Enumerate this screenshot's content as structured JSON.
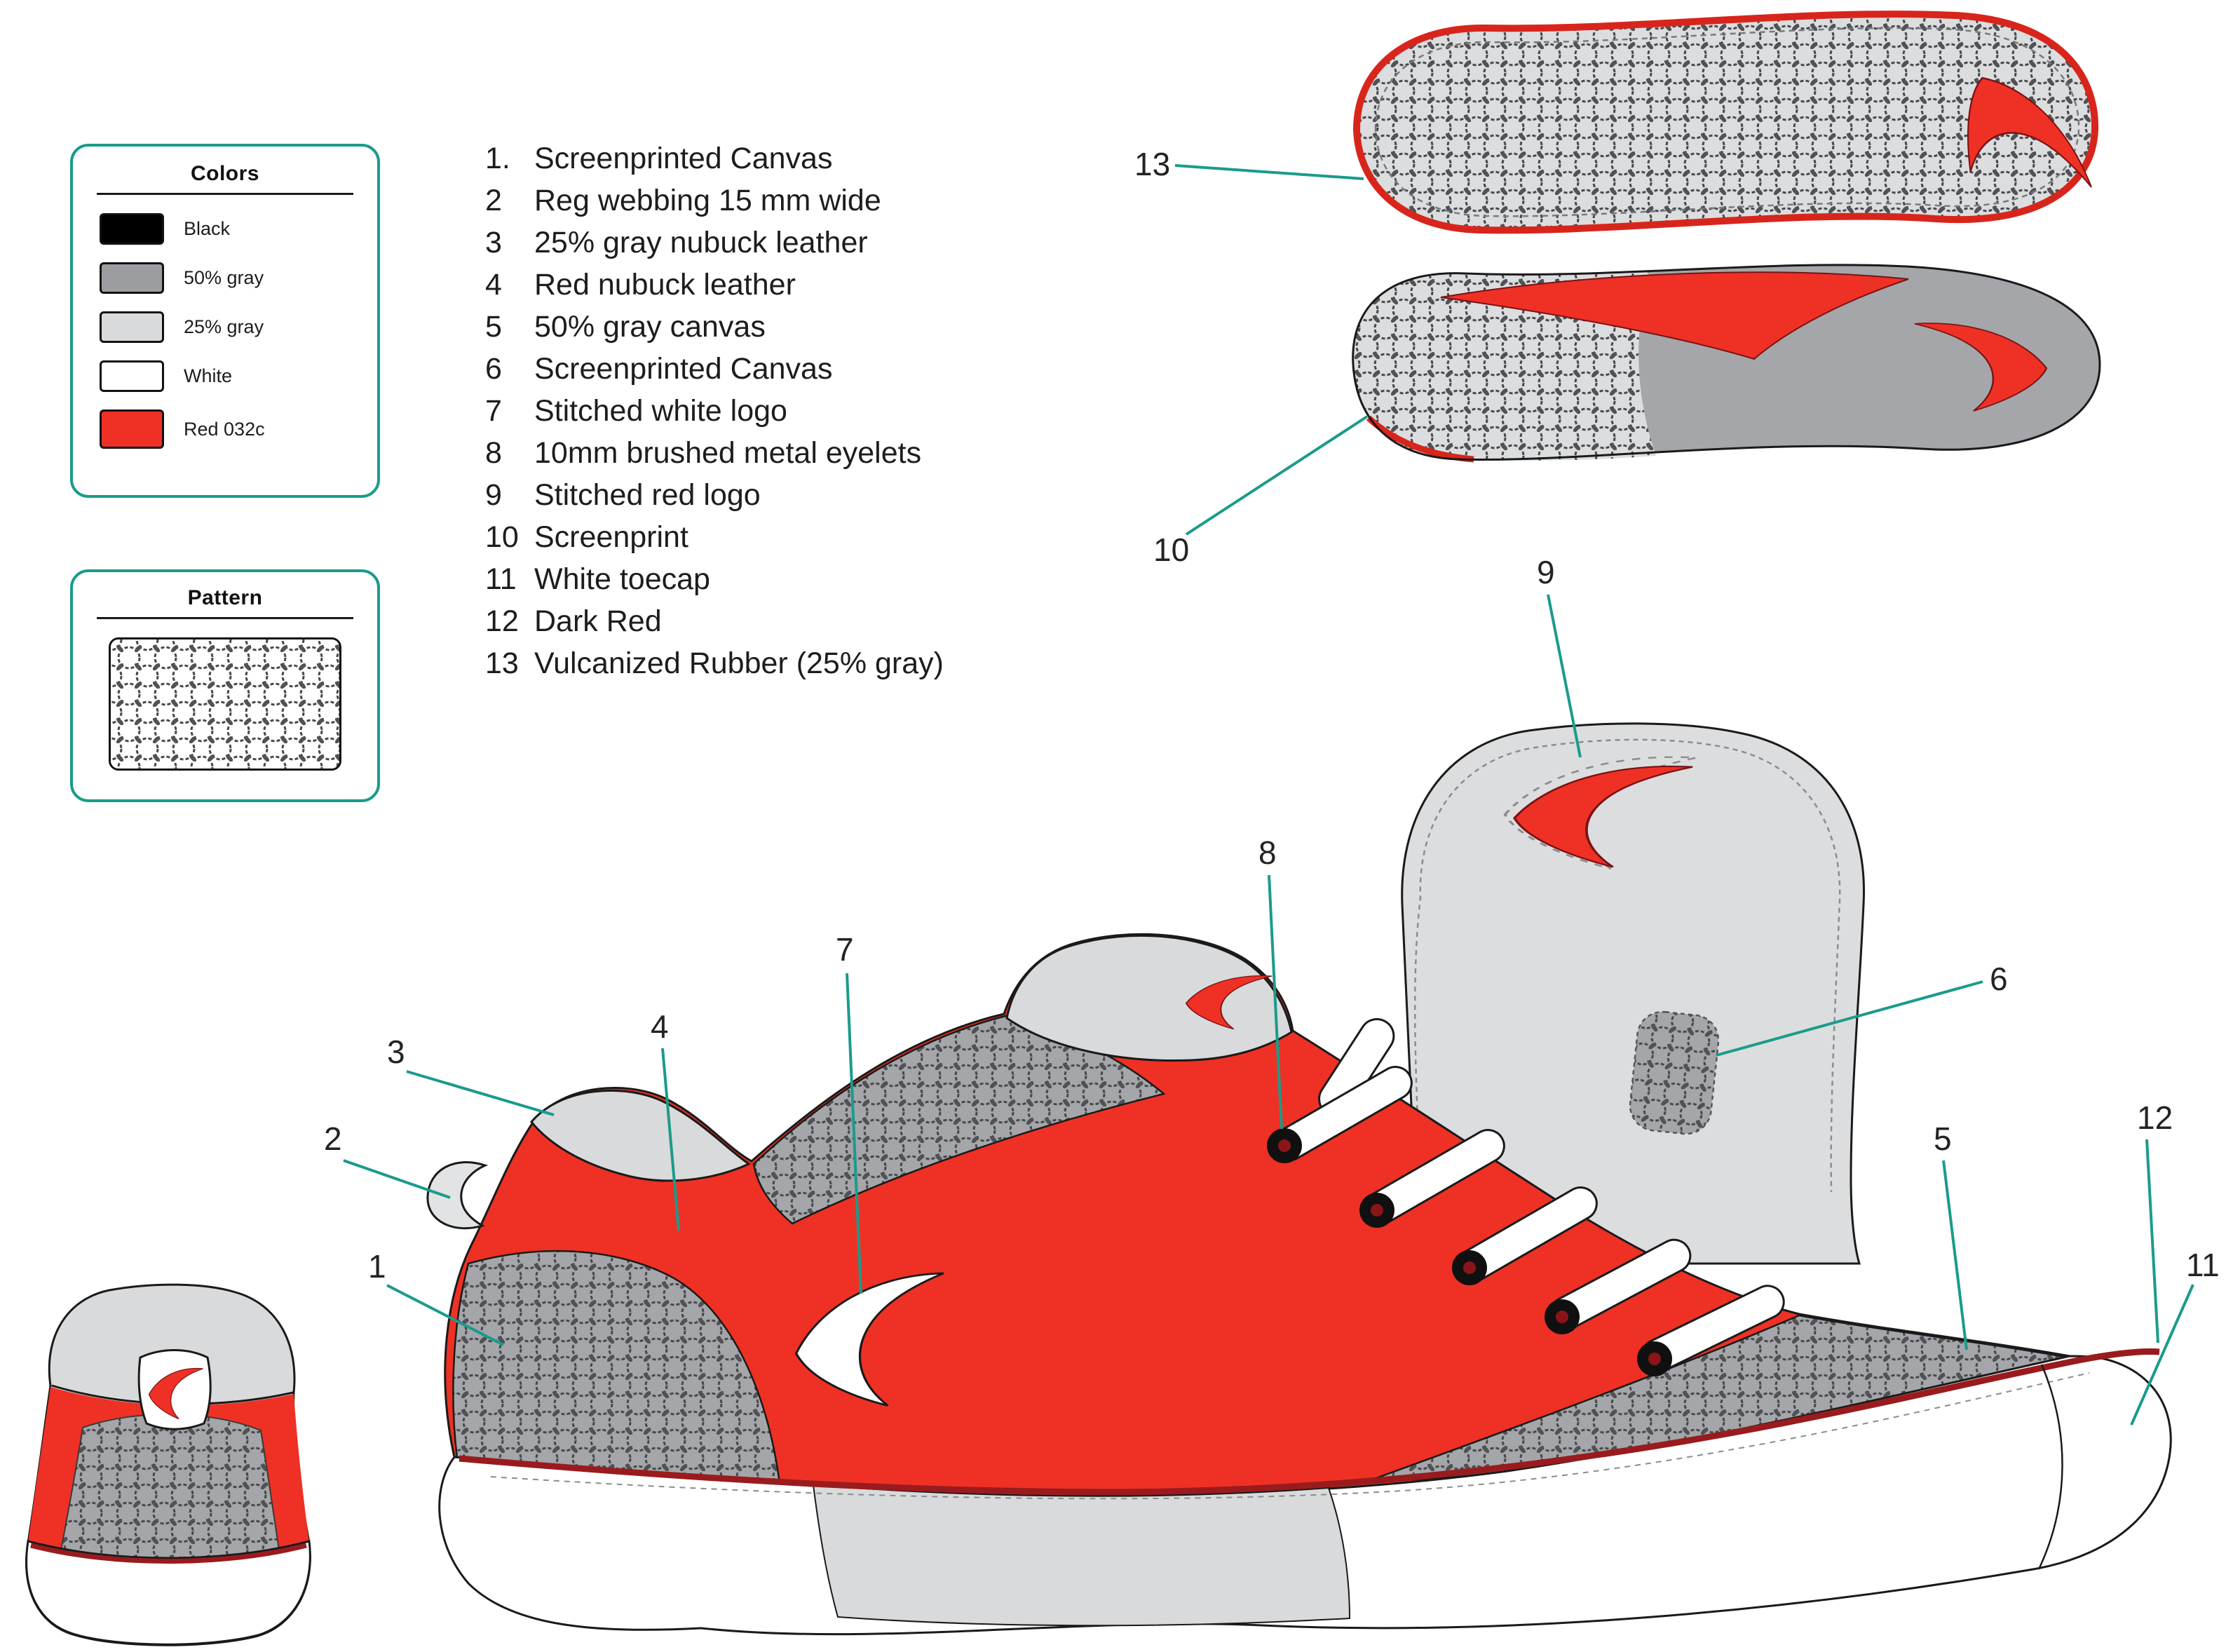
{
  "palette": {
    "accent_teal": "#1a9b8b",
    "brand_red": "#ee3124",
    "dark_red": "#991b1e",
    "gray_50": "#9b9da0",
    "gray_25": "#d9dadb"
  },
  "legend": {
    "colors_title": "Colors",
    "colors": [
      {
        "name": "Black",
        "hex": "#000000"
      },
      {
        "name": "50% gray",
        "hex": "#9b9da0"
      },
      {
        "name": "25% gray",
        "hex": "#d9dadb"
      },
      {
        "name": "White",
        "hex": "#ffffff"
      },
      {
        "name": "Red 032c",
        "hex": "#ee3124"
      }
    ],
    "pattern_title": "Pattern"
  },
  "materials": [
    {
      "num": "1.",
      "label": "Screenprinted Canvas"
    },
    {
      "num": "2",
      "label": "Reg webbing 15 mm wide"
    },
    {
      "num": "3",
      "label": "25% gray nubuck leather"
    },
    {
      "num": "4",
      "label": "Red nubuck leather"
    },
    {
      "num": "5",
      "label": "50% gray canvas"
    },
    {
      "num": "6",
      "label": "Screenprinted Canvas"
    },
    {
      "num": "7",
      "label": "Stitched white logo"
    },
    {
      "num": "8",
      "label": "10mm brushed metal eyelets"
    },
    {
      "num": "9",
      "label": "Stitched red logo"
    },
    {
      "num": "10",
      "label": "Screenprint"
    },
    {
      "num": "11",
      "label": "White toecap"
    },
    {
      "num": "12",
      "label": "Dark Red"
    },
    {
      "num": "13",
      "label": "Vulcanized Rubber (25% gray)"
    }
  ],
  "callouts": [
    "1",
    "2",
    "3",
    "4",
    "5",
    "6",
    "7",
    "8",
    "9",
    "10",
    "11",
    "12",
    "13"
  ]
}
